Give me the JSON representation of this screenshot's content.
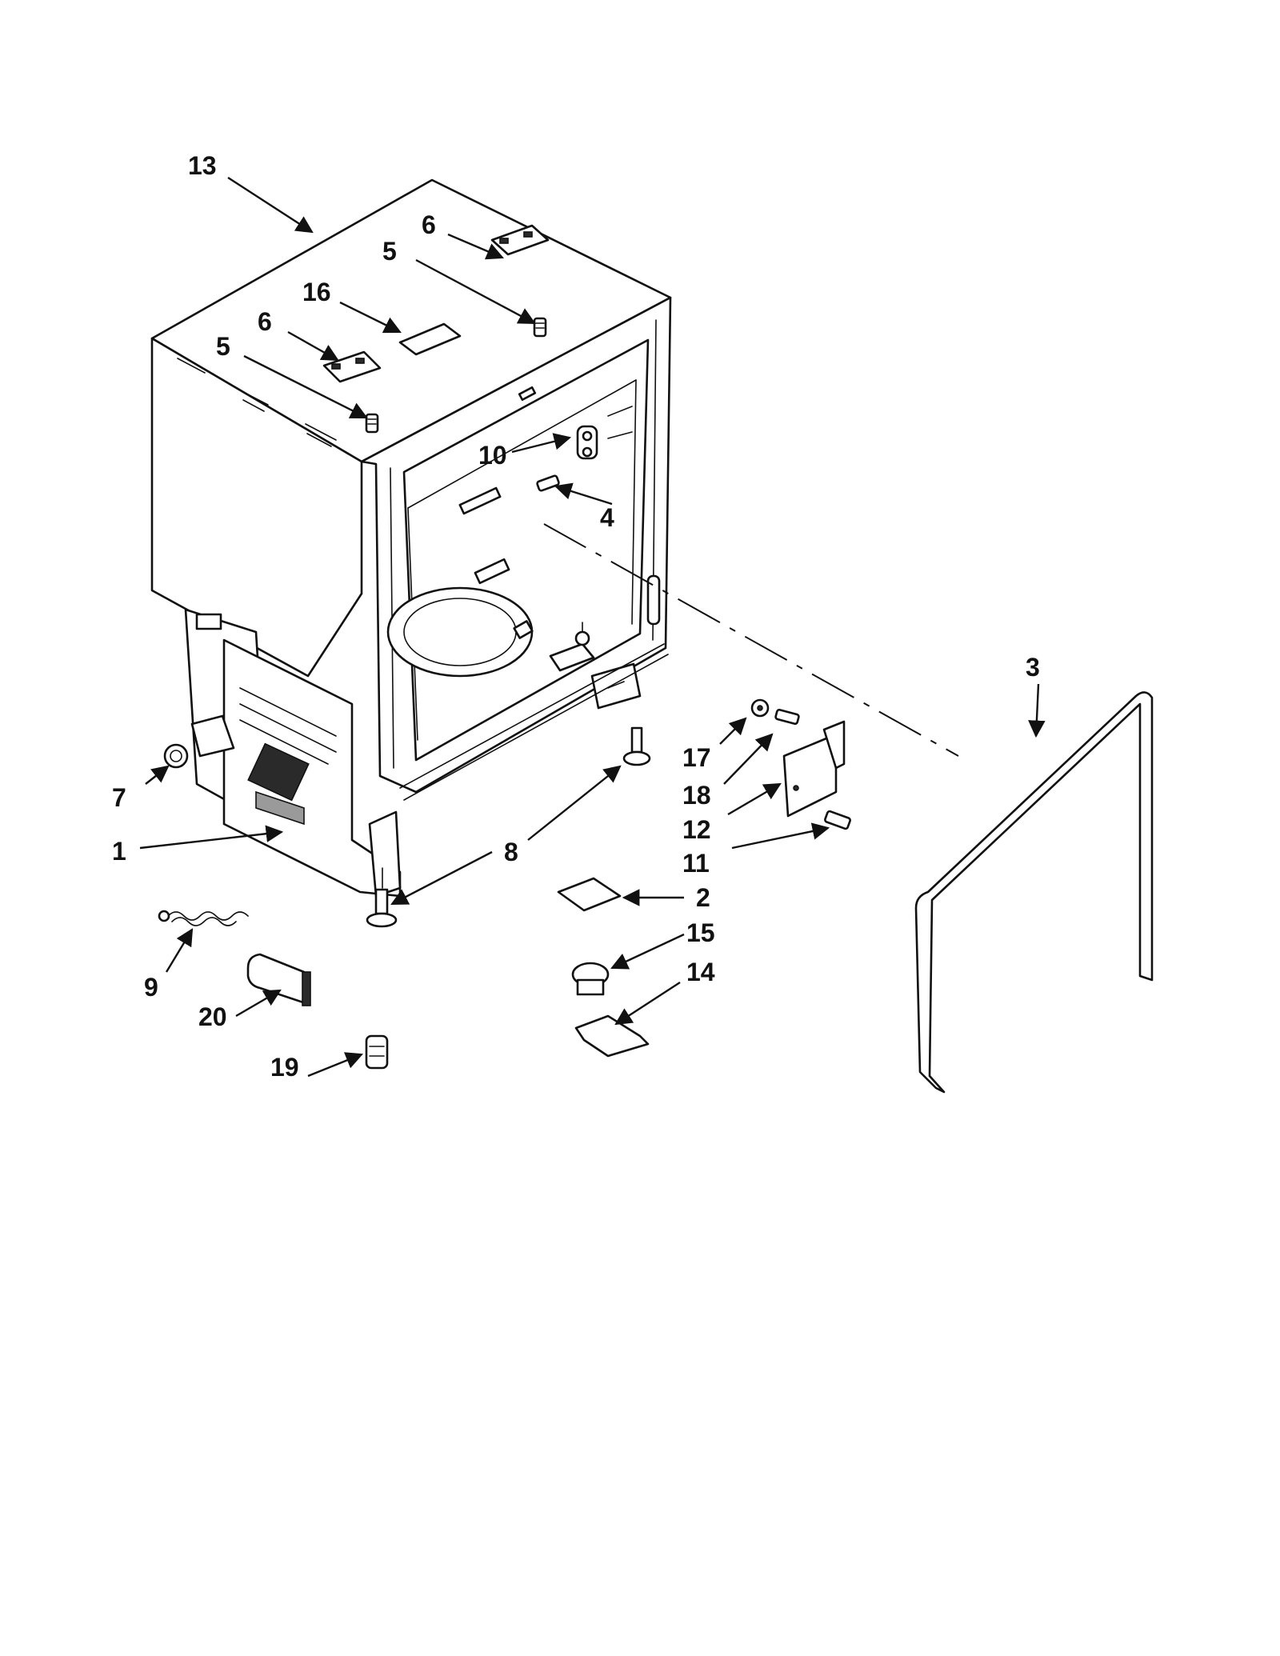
{
  "diagram": {
    "callouts": [
      {
        "id": "13",
        "label": "13"
      },
      {
        "id": "6a",
        "label": "6"
      },
      {
        "id": "5a",
        "label": "5"
      },
      {
        "id": "16",
        "label": "16"
      },
      {
        "id": "6b",
        "label": "6"
      },
      {
        "id": "5b",
        "label": "5"
      },
      {
        "id": "10",
        "label": "10"
      },
      {
        "id": "4",
        "label": "4"
      },
      {
        "id": "3",
        "label": "3"
      },
      {
        "id": "17",
        "label": "17"
      },
      {
        "id": "18",
        "label": "18"
      },
      {
        "id": "12",
        "label": "12"
      },
      {
        "id": "11",
        "label": "11"
      },
      {
        "id": "7",
        "label": "7"
      },
      {
        "id": "1",
        "label": "1"
      },
      {
        "id": "8",
        "label": "8"
      },
      {
        "id": "2",
        "label": "2"
      },
      {
        "id": "15",
        "label": "15"
      },
      {
        "id": "14",
        "label": "14"
      },
      {
        "id": "9",
        "label": "9"
      },
      {
        "id": "20",
        "label": "20"
      },
      {
        "id": "19",
        "label": "19"
      }
    ]
  }
}
